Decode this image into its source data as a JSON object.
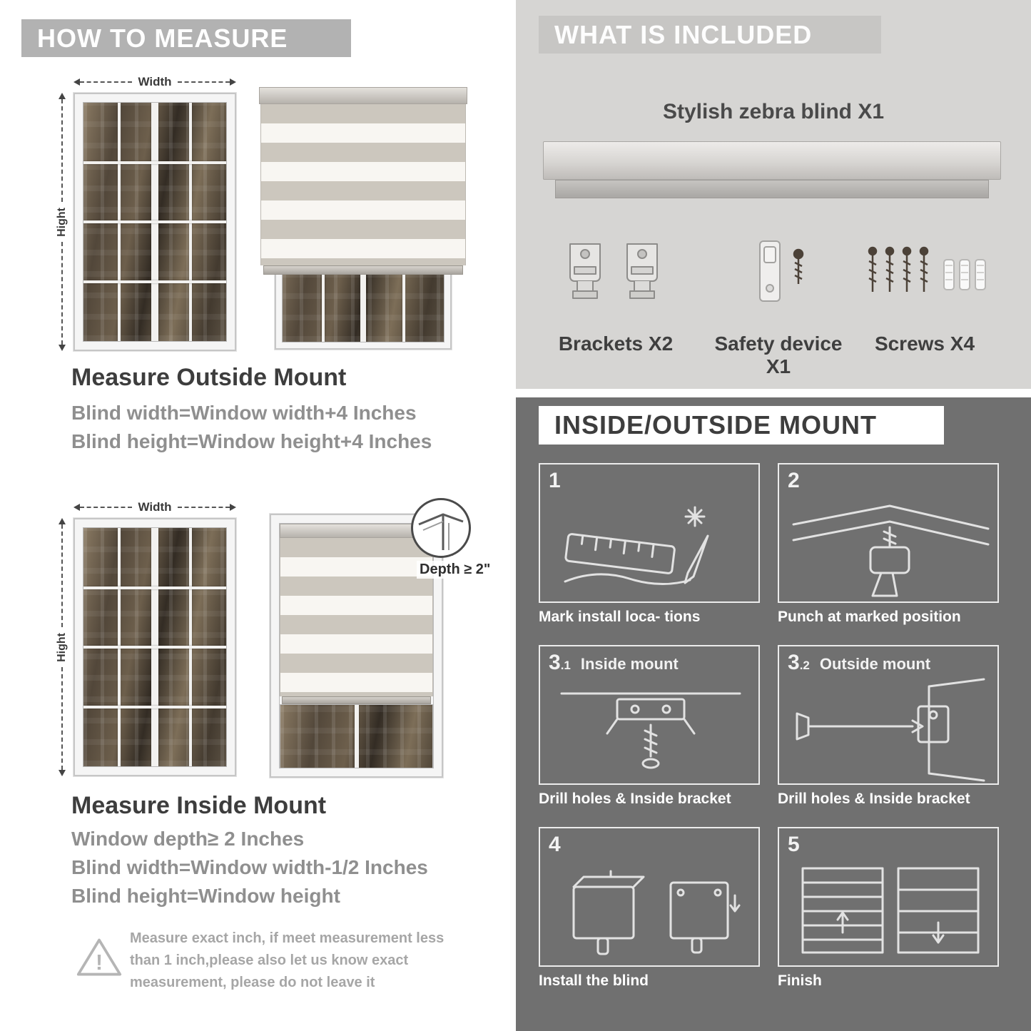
{
  "left": {
    "header": "HOW TO MEASURE",
    "labels": {
      "width": "Width",
      "height": "Hight"
    },
    "outside": {
      "title": "Measure Outside Mount",
      "lines": [
        "Blind width=Window width+4 Inches",
        "Blind height=Window height+4 Inches"
      ]
    },
    "inside": {
      "depth": "Depth ≥ 2\"",
      "title": "Measure Inside Mount",
      "lines": [
        "Window depth≥ 2 Inches",
        "Blind width=Window width-1/2 Inches",
        "Blind height=Window height"
      ]
    },
    "note": "Measure exact inch, if meet measurement less than 1 inch,please also let us know exact measurement, please do not leave it"
  },
  "included": {
    "header": "WHAT IS INCLUDED",
    "blind_label": "Stylish zebra blind X1",
    "items": [
      "Brackets X2",
      "Safety device X1",
      "Screws X4"
    ]
  },
  "mount": {
    "header": "INSIDE/OUTSIDE MOUNT",
    "steps": [
      {
        "num": "1",
        "sub": "",
        "title": "",
        "caption": "Mark install loca- tions"
      },
      {
        "num": "2",
        "sub": "",
        "title": "",
        "caption": "Punch at  marked position"
      },
      {
        "num": "3",
        "sub": ".1",
        "title": "Inside mount",
        "caption": "Drill holes &  Inside bracket"
      },
      {
        "num": "3",
        "sub": ".2",
        "title": "Outside mount",
        "caption": "Drill holes &  Inside bracket"
      },
      {
        "num": "4",
        "sub": "",
        "title": "",
        "caption": "Install the blind"
      },
      {
        "num": "5",
        "sub": "",
        "title": "",
        "caption": "Finish"
      }
    ]
  },
  "colors": {
    "banner_gray": "#b2b2b2",
    "included_banner": "#c7c6c4",
    "right_bg": "#d6d5d3",
    "dark_bg": "#707070",
    "heading_text": "#3d3d3d",
    "body_gray": "#8f8f8f"
  }
}
